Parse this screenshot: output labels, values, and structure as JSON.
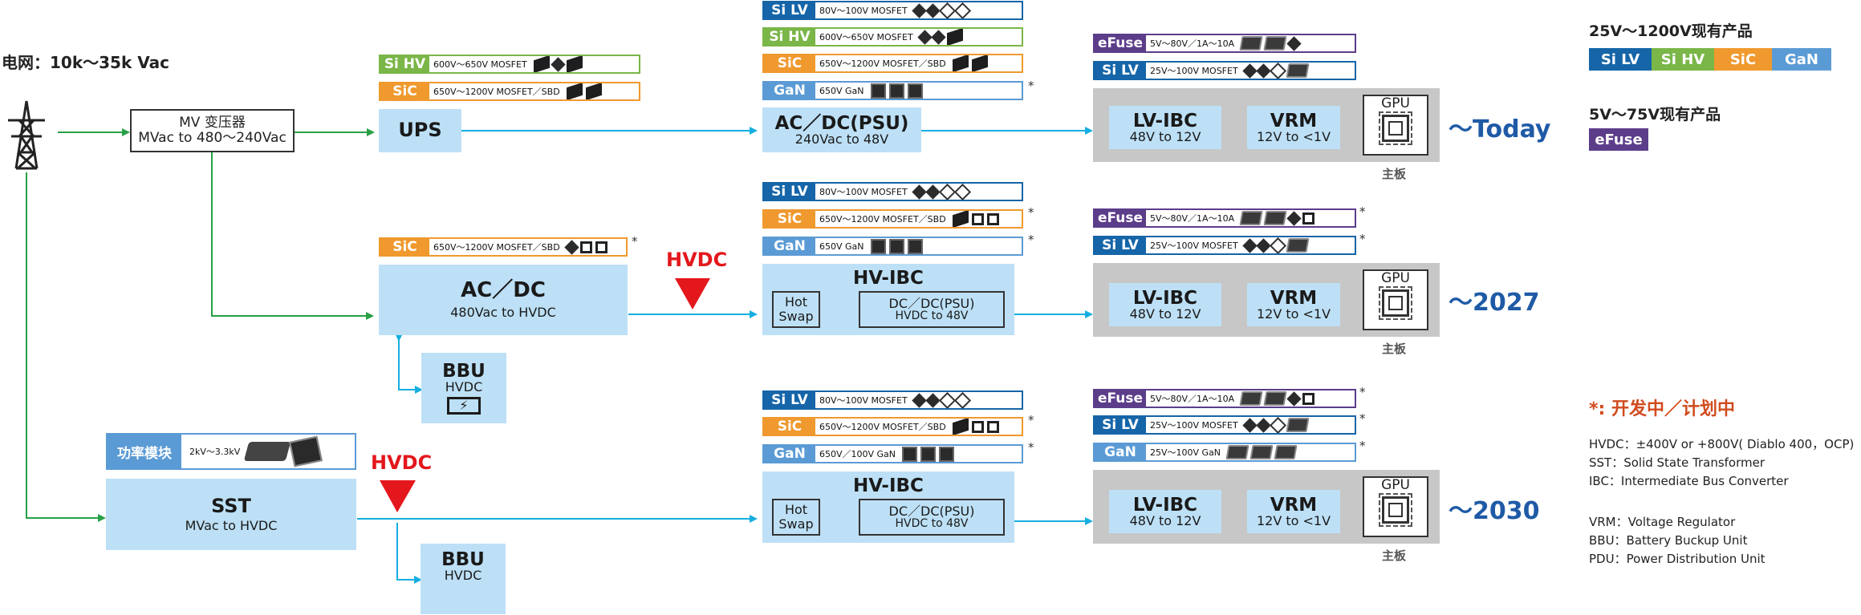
{
  "grid_label": "电网：10k～35k Vac",
  "mv_transformer": {
    "title": "MV 变压器",
    "sub": "MVac to 480～240Vac"
  },
  "ups": "UPS",
  "acdc_today": {
    "title": "AC／DC(PSU)",
    "sub": "240Vac to 48V"
  },
  "acdc_2027": {
    "title": "AC／DC",
    "sub": "480Vac to HVDC"
  },
  "hvdc": "HVDC",
  "hvibc": {
    "title": "HV-IBC",
    "hot": "Hot Swap",
    "dcdc_title": "DC／DC(PSU)",
    "dcdc_sub": "HVDC to 48V"
  },
  "lvibc": {
    "title": "LV-IBC",
    "sub": "48V to 12V"
  },
  "vrm": {
    "title": "VRM",
    "sub": "12V to <1V"
  },
  "gpu": "GPU",
  "mainboard": "主板",
  "bbu": {
    "title": "BBU",
    "sub": "HVDC"
  },
  "power_module": {
    "label": "功率模块",
    "desc": "2kV～3.3kV"
  },
  "sst": {
    "title": "SST",
    "sub": "MVac to HVDC"
  },
  "eras": [
    "～Today",
    "～2027",
    "～2030"
  ],
  "star_mark": "*",
  "tags": {
    "ups_sihv": {
      "label": "Si HV",
      "desc": "600V～650V MOSFET"
    },
    "ups_sic": {
      "label": "SiC",
      "desc": "650V～1200V MOSFET／SBD"
    },
    "t1_silv": {
      "label": "Si LV",
      "desc": "80V～100V MOSFET"
    },
    "t1_sihv": {
      "label": "Si HV",
      "desc": "600V～650V MOSFET"
    },
    "t1_sic": {
      "label": "SiC",
      "desc": "650V～1200V MOSFET／SBD"
    },
    "t1_gan": {
      "label": "GaN",
      "desc": "650V GaN"
    },
    "t1_efuse": {
      "label": "eFuse",
      "desc": "5V～80V／1A～10A"
    },
    "t1_silv2": {
      "label": "Si LV",
      "desc": "25V～100V MOSFET"
    },
    "acdc27_sic": {
      "label": "SiC",
      "desc": "650V～1200V MOSFET／SBD"
    },
    "t2_silv": {
      "label": "Si LV",
      "desc": "80V～100V MOSFET"
    },
    "t2_sic": {
      "label": "SiC",
      "desc": "650V～1200V MOSFET／SBD"
    },
    "t2_gan": {
      "label": "GaN",
      "desc": "650V GaN"
    },
    "t2_efuse": {
      "label": "eFuse",
      "desc": "5V～80V／1A～10A"
    },
    "t2_silv2": {
      "label": "Si LV",
      "desc": "25V～100V MOSFET"
    },
    "t3_silv": {
      "label": "Si LV",
      "desc": "80V～100V MOSFET"
    },
    "t3_sic": {
      "label": "SiC",
      "desc": "650V～1200V MOSFET／SBD"
    },
    "t3_gan": {
      "label": "GaN",
      "desc": "650V／100V GaN"
    },
    "t3_efuse": {
      "label": "eFuse",
      "desc": "5V～80V／1A～10A"
    },
    "t3_silv2": {
      "label": "Si LV",
      "desc": "25V～100V MOSFET"
    },
    "t3_gan2": {
      "label": "GaN",
      "desc": "25V～100V GaN"
    }
  },
  "legend": {
    "products_title": "25V～1200V现有产品",
    "products": [
      "Si LV",
      "Si HV",
      "SiC",
      "GaN"
    ],
    "efuse_title": "5V～75V现有产品",
    "efuse": "eFuse",
    "dev_note": "*: 开发中／计划中",
    "abbr": [
      "HVDC：±400V or +800V( Diablo 400，OCP)",
      "SST：Solid State Transformer",
      "IBC：Intermediate Bus Converter",
      "VRM：Voltage Regulator",
      "BBU：Battery Buckup Unit",
      "PDU：Power Distribution Unit"
    ]
  },
  "colors": {
    "si_lv": "#1565a8",
    "si_hv": "#7ab648",
    "sic": "#f0992e",
    "gan": "#5b9bd5",
    "efuse": "#5c3d8a",
    "light_blue": "#bde0f6",
    "gray": "#c7c7c7",
    "green_line": "#27a046",
    "cyan_line": "#16aee0",
    "hvdc_red": "#e3171c",
    "era_blue": "#1f5aa6"
  }
}
